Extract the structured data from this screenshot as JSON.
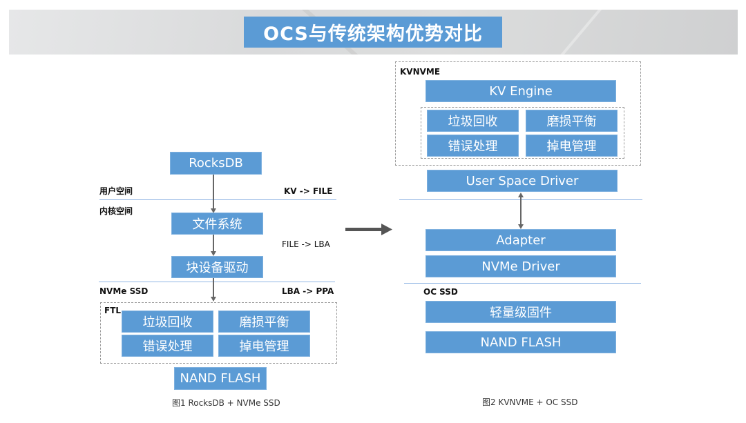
{
  "header": {
    "title": "OCS与传统架构优势对比"
  },
  "colors": {
    "block_fill": "#5b9bd5",
    "divider": "#8fb4e3",
    "arrow": "#666666"
  },
  "left_diagram": {
    "blocks": {
      "rocksdb": "RocksDB",
      "file_system": "文件系统",
      "block_driver": "块设备驱动",
      "nand_flash": "NAND FLASH"
    },
    "layer_labels": {
      "user_space": "用户空间",
      "kernel_space": "内核空间",
      "nvme_ssd": "NVMe SSD",
      "ftl": "FTL"
    },
    "mappings": {
      "kv_file": "KV -> FILE",
      "file_lba": "FILE -> LBA",
      "lba_ppa": "LBA -> PPA"
    },
    "ftl_blocks": [
      "垃圾回收",
      "磨损平衡",
      "错误处理",
      "掉电管理"
    ],
    "caption": "图1 RocksDB + NVMe SSD"
  },
  "transition_arrow": "right-arrow-icon",
  "right_diagram": {
    "kvnvme_label": "KVNVME",
    "blocks": {
      "kv_engine": "KV Engine",
      "user_space_driver": "User Space Driver",
      "adapter": "Adapter",
      "nvme_driver": "NVMe Driver",
      "firmware": "轻量级固件",
      "nand_flash": "NAND FLASH"
    },
    "inner_blocks": [
      "垃圾回收",
      "磨损平衡",
      "错误处理",
      "掉电管理"
    ],
    "oc_ssd_label": "OC SSD",
    "caption": "图2 KVNVME + OC SSD"
  }
}
